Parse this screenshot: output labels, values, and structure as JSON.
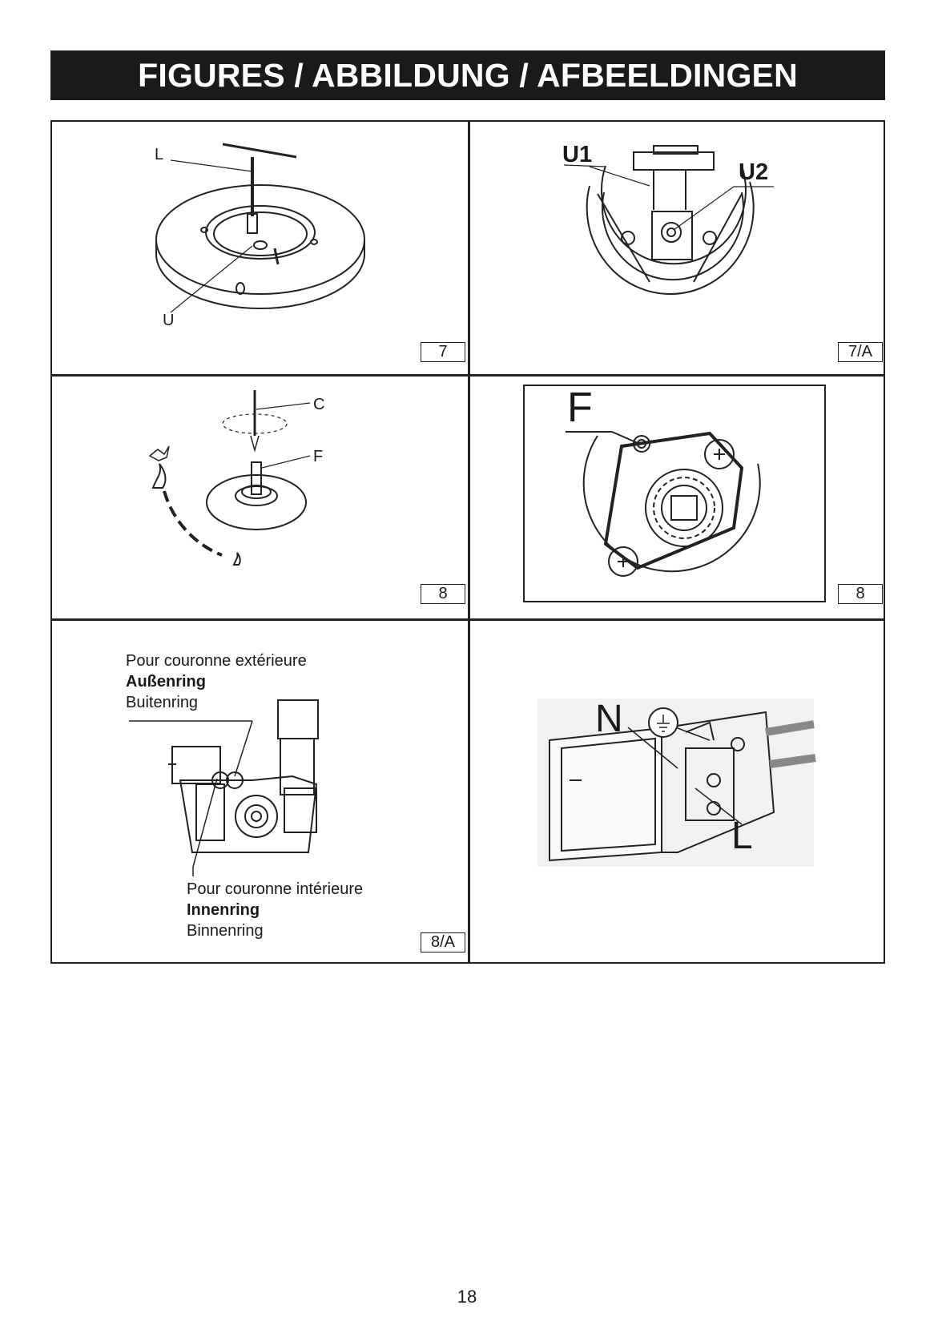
{
  "header": {
    "title": "FIGURES / ABBILDUNG / AFBEELDINGEN"
  },
  "figures": {
    "fig7": {
      "number": "7",
      "callouts": {
        "l": "L",
        "u": "U"
      }
    },
    "fig7a": {
      "number": "7/A",
      "callouts": {
        "u1": "U1",
        "u2": "U2"
      }
    },
    "fig8": {
      "number": "8",
      "callouts": {
        "c": "C",
        "f": "F"
      }
    },
    "fig8b": {
      "number": "8",
      "callouts": {
        "f": "F"
      }
    },
    "fig8a": {
      "number": "8/A",
      "outer": [
        "Pour couronne extérieure",
        "Außenring",
        "Buitenring"
      ],
      "inner": [
        "Pour couronne intérieure",
        "Innenring",
        "Binnenring"
      ]
    },
    "fig_wiring": {
      "callouts": {
        "n": "N",
        "l": "L"
      }
    }
  },
  "footer": {
    "page_number": "18"
  }
}
